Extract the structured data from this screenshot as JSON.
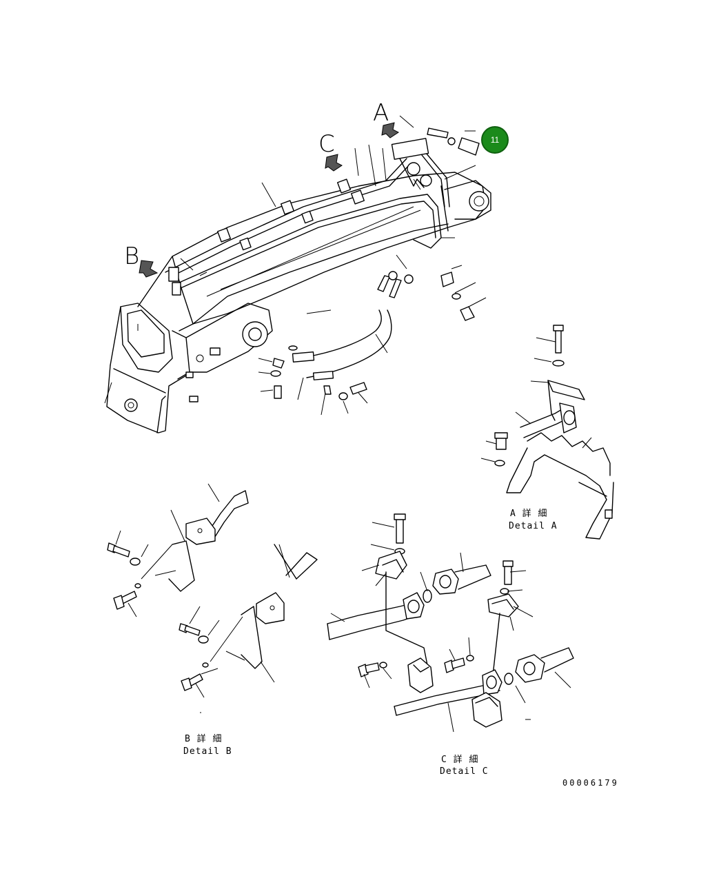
{
  "diagram": {
    "view_letters": {
      "a": "A",
      "b": "B",
      "c": "C"
    },
    "details": {
      "a": {
        "jp": "A 詳 細",
        "en": "Detail A"
      },
      "b": {
        "jp": "B 詳 細",
        "en": "Detail B"
      },
      "c": {
        "jp": "C 詳 細",
        "en": "Detail C"
      }
    },
    "part_badge": "11",
    "doc_number": "00006179"
  }
}
